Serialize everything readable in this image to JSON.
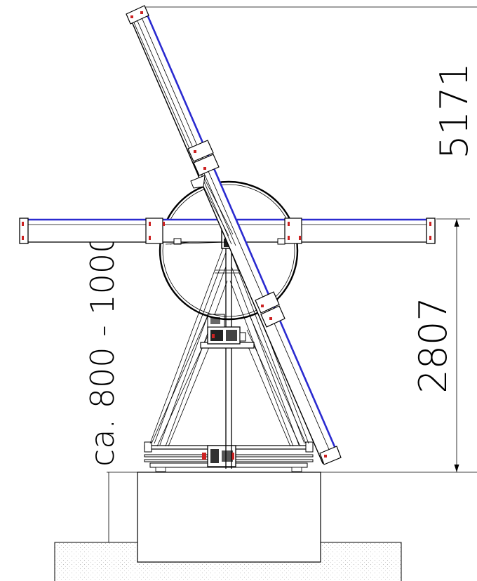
{
  "drawing": {
    "dimensions": {
      "overall_height": "5171",
      "axis_height": "2807",
      "foundation_height": "ca. 800 - 1000"
    },
    "colors": {
      "line": "#000000",
      "module_edge": "#2a2ad0",
      "bolt": "#cc2222",
      "hatch": "#cccccc"
    }
  }
}
